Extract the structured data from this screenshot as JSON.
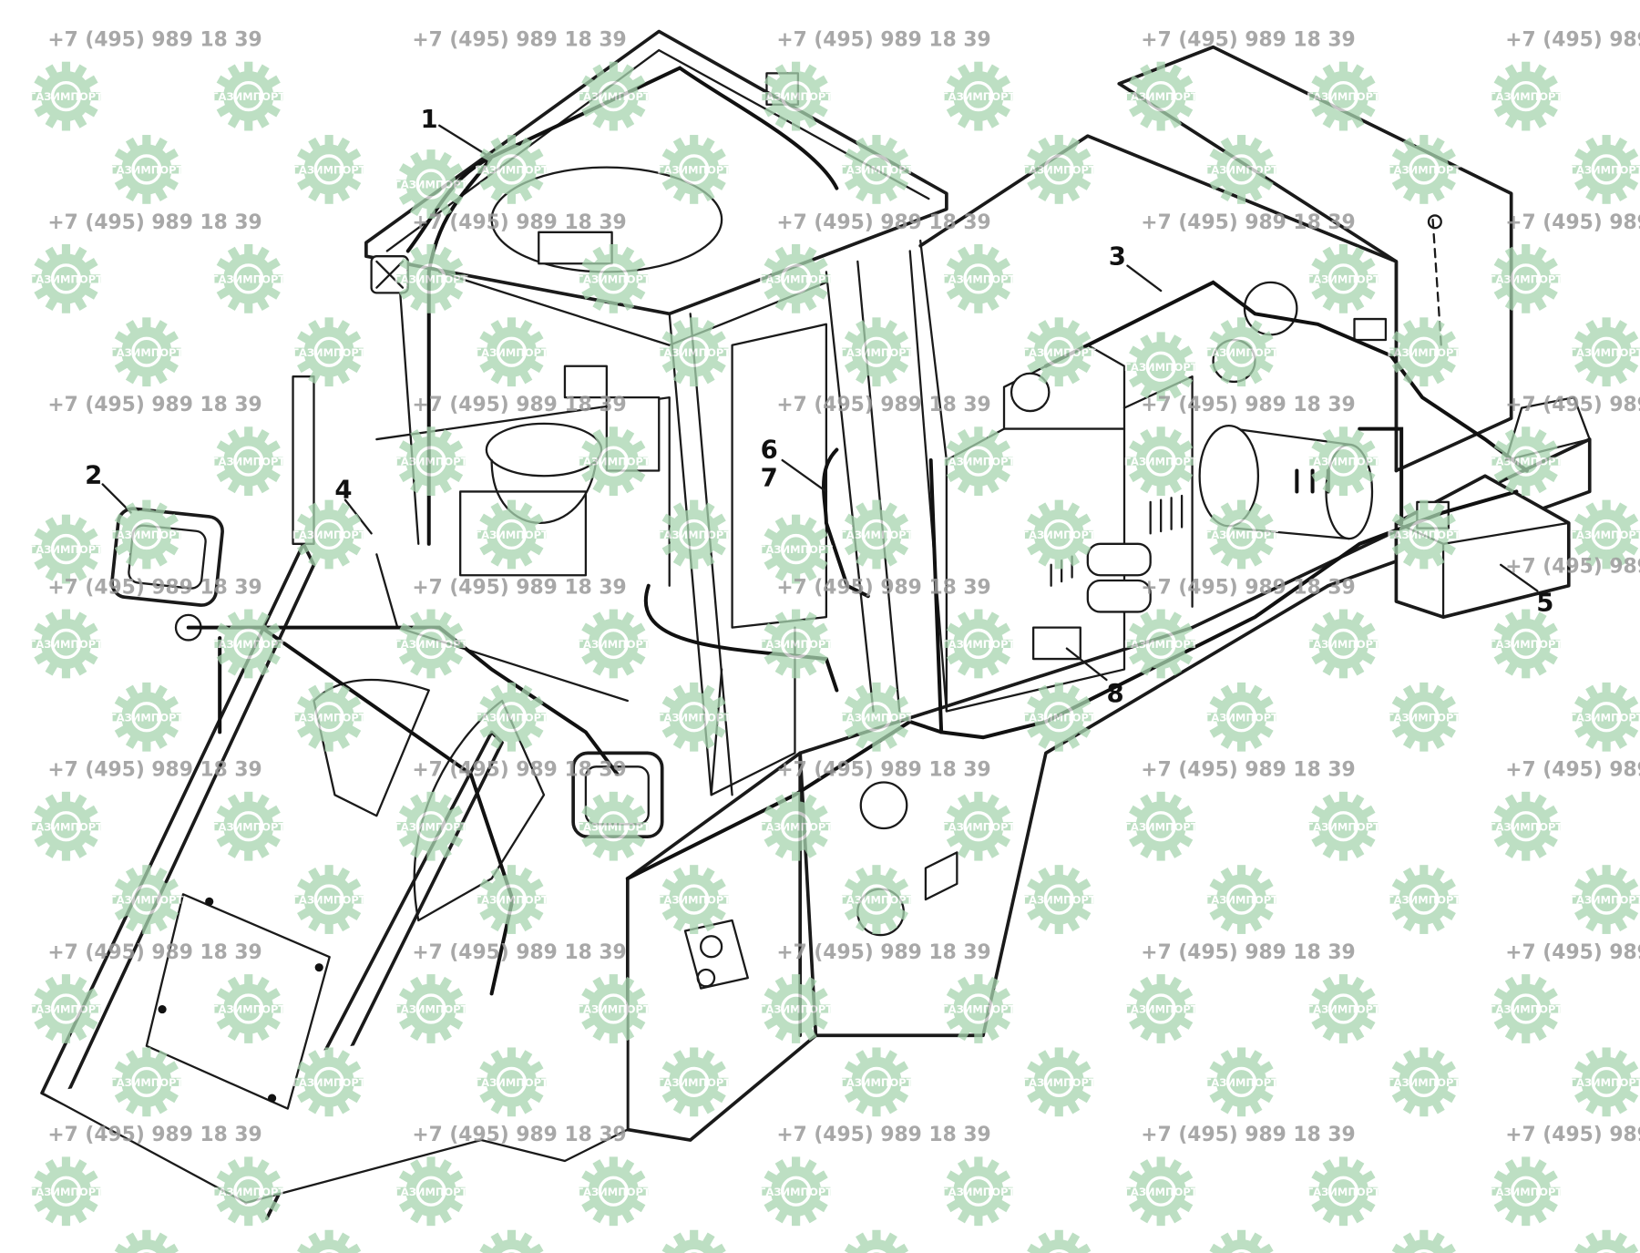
{
  "watermark": {
    "phone": "+7 (495) 989 18 39",
    "logo_text": "ГАЗИМПОРТ",
    "logo_color": "#a8d5b0",
    "phone_color": "#9a9a9a"
  },
  "callouts": [
    {
      "id": "1",
      "label": "1"
    },
    {
      "id": "2",
      "label": "2"
    },
    {
      "id": "3",
      "label": "3"
    },
    {
      "id": "4",
      "label": "4"
    },
    {
      "id": "5",
      "label": "5"
    },
    {
      "id": "6",
      "label": "6"
    },
    {
      "id": "7",
      "label": "7"
    },
    {
      "id": "8",
      "label": "8"
    }
  ]
}
